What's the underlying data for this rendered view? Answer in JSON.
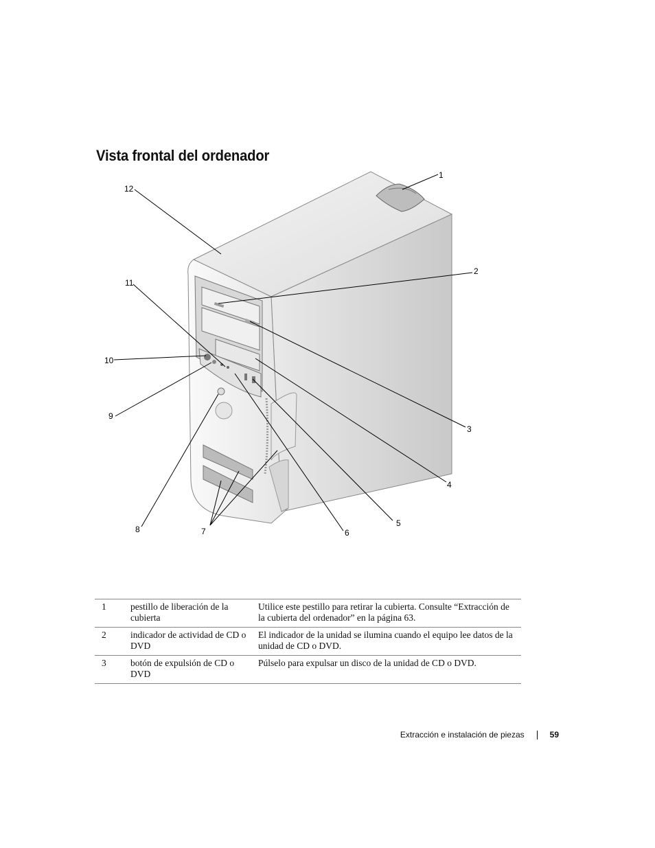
{
  "page": {
    "heading": "Vista frontal del ordenador",
    "footer_section": "Extracción e instalación de piezas",
    "page_number": "59"
  },
  "figure": {
    "callouts": [
      "1",
      "2",
      "3",
      "4",
      "5",
      "6",
      "7",
      "8",
      "9",
      "10",
      "11",
      "12"
    ]
  },
  "table": {
    "rows": [
      {
        "num": "1",
        "name": "pestillo de liberación de la cubierta",
        "desc": "Utilice este pestillo para retirar la cubierta. Consulte “Extracción de la cubierta del ordenador” en la página 63."
      },
      {
        "num": "2",
        "name": "indicador de actividad de CD o DVD",
        "desc": "El indicador de la unidad se ilumina cuando el equipo lee datos de la unidad de CD o DVD."
      },
      {
        "num": "3",
        "name": "botón de expulsión de CD o DVD",
        "desc": "Púlselo para expulsar un disco de la unidad de CD o DVD."
      }
    ]
  }
}
